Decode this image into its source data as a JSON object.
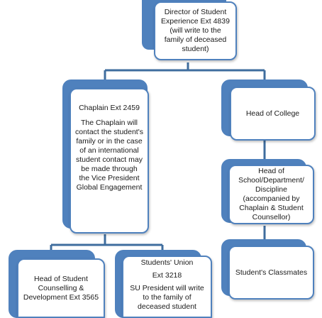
{
  "nodes": {
    "director": {
      "title": "Director of Student Experience Ext 4839",
      "note": "(will write to the family of deceased student)"
    },
    "chaplain": {
      "title": "Chaplain Ext 2459",
      "note": "The Chaplain will contact the student's family or in the case of an international student contact may be made through the Vice President Global Engagement"
    },
    "head_of_college": {
      "title": "Head of College"
    },
    "head_of_school": {
      "title": "Head of School/Department/ Discipline (accompanied by Chaplain & Student Counsellor)"
    },
    "counselling": {
      "title": "Head of Student Counselling & Development Ext 3565"
    },
    "students_union": {
      "title": "Students' Union",
      "ext": "Ext 3218",
      "note": "SU President will write to the family of deceased student"
    },
    "classmates": {
      "title": "Student's Classmates"
    }
  },
  "colors": {
    "accent": "#4f81bd",
    "connector": "#3f6d9e"
  }
}
